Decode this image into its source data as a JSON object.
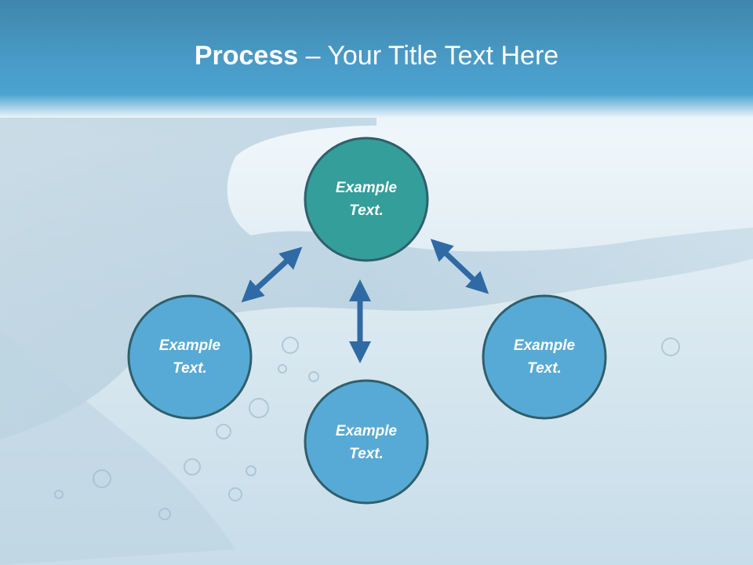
{
  "title": {
    "bold": "Process",
    "separator": " – ",
    "rest": "Your Title Text Here"
  },
  "nodes": [
    {
      "id": "top",
      "line1": "Example",
      "line2": "Text.",
      "fill": "#339e9a"
    },
    {
      "id": "left",
      "line1": "Example",
      "line2": "Text.",
      "fill": "#57aad5"
    },
    {
      "id": "right",
      "line1": "Example",
      "line2": "Text.",
      "fill": "#57aad5"
    },
    {
      "id": "bottom",
      "line1": "Example",
      "line2": "Text.",
      "fill": "#57aad5"
    }
  ],
  "colors": {
    "node_stroke": "#2f5f6c",
    "arrow": "#2f6aa4",
    "header": "#4a9cc8"
  }
}
